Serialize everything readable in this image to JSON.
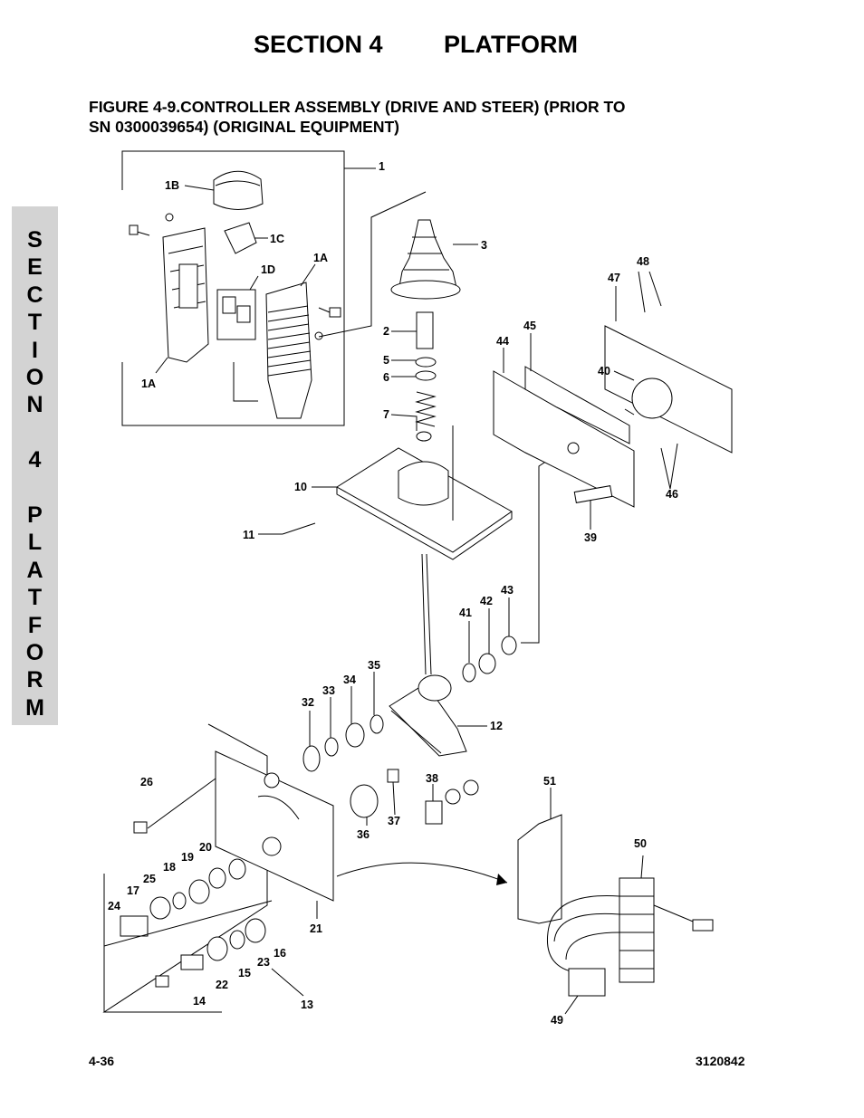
{
  "header": {
    "section": "SECTION 4",
    "name": "PLATFORM"
  },
  "figure_title": {
    "line1": "FIGURE 4-9.CONTROLLER ASSEMBLY (DRIVE AND STEER) (PRIOR TO",
    "line2": "SN 0300039654) (ORIGINAL EQUIPMENT)"
  },
  "side_tab": {
    "letters": [
      "S",
      "E",
      "C",
      "T",
      "I",
      "O",
      "N",
      "",
      "4",
      "",
      "P",
      "L",
      "A",
      "T",
      "F",
      "O",
      "R",
      "M"
    ]
  },
  "callouts": {
    "c1": "1",
    "c1B": "1B",
    "c1C": "1C",
    "c1D": "1D",
    "c1A_top": "1A",
    "c1A_bot": "1A",
    "c2": "2",
    "c3": "3",
    "c5": "5",
    "c6": "6",
    "c7": "7",
    "c10": "10",
    "c11": "11",
    "c12": "12",
    "c13": "13",
    "c14": "14",
    "c15": "15",
    "c16": "16",
    "c17": "17",
    "c18": "18",
    "c19": "19",
    "c20": "20",
    "c21": "21",
    "c22": "22",
    "c23": "23",
    "c24": "24",
    "c25": "25",
    "c26": "26",
    "c32": "32",
    "c33": "33",
    "c34": "34",
    "c35": "35",
    "c36": "36",
    "c37": "37",
    "c38": "38",
    "c39": "39",
    "c40": "40",
    "c41": "41",
    "c42": "42",
    "c43": "43",
    "c44": "44",
    "c45": "45",
    "c46": "46",
    "c47": "47",
    "c48": "48",
    "c49": "49",
    "c50": "50",
    "c51": "51"
  },
  "footer": {
    "page": "4-36",
    "doc_number": "3120842"
  }
}
